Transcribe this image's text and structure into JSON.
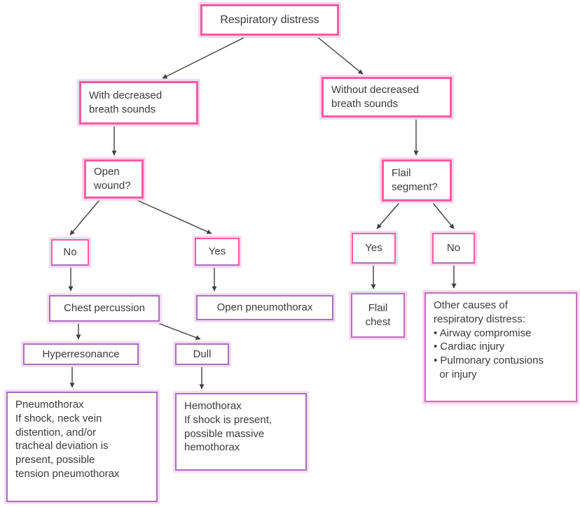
{
  "colors": {
    "pink_border": "#f45ca4",
    "purple_border": "#a96fbe",
    "magenta_border": "#c06ec2",
    "pink_halo": "#fbd7eb",
    "purple_halo": "#f3def4",
    "arrow": "#3f3f3f",
    "text": "#3b3b3b",
    "background": "#ffffff"
  },
  "flowchart": {
    "nodes": {
      "respiratory_distress": {
        "label": "Respiratory distress"
      },
      "with_decreased": {
        "label": "With decreased\nbreath sounds"
      },
      "without_decreased": {
        "label": "Without decreased\nbreath sounds"
      },
      "open_wound": {
        "label": "Open\nwound?"
      },
      "flail_segment": {
        "label": "Flail\nsegment?"
      },
      "no_left": {
        "label": "No"
      },
      "yes_left": {
        "label": "Yes"
      },
      "yes_right": {
        "label": "Yes"
      },
      "no_right": {
        "label": "No"
      },
      "chest_percussion": {
        "label": "Chest percussion"
      },
      "open_pneumothorax": {
        "label": "Open pneumothorax"
      },
      "hyperresonance": {
        "label": "Hyperresonance"
      },
      "dull": {
        "label": "Dull"
      },
      "pneumothorax_detail": {
        "label": "Pneumothorax\nIf shock, neck vein\ndistention, and/or\ntracheal deviation is\npresent, possible\ntension pneumothorax"
      },
      "hemothorax_detail": {
        "label": "Hemothorax\nIf shock is present,\npossible massive\nhemothorax"
      },
      "flail_chest": {
        "label": "Flail\nchest"
      },
      "other_causes": {
        "label": "Other causes of\nrespiratory distress:\n• Airway compromise\n• Cardiac injury\n• Pulmonary contusions\n  or injury"
      }
    },
    "edges": [
      {
        "from": "respiratory_distress",
        "to": "with_decreased"
      },
      {
        "from": "respiratory_distress",
        "to": "without_decreased"
      },
      {
        "from": "with_decreased",
        "to": "open_wound"
      },
      {
        "from": "open_wound",
        "to": "no_left"
      },
      {
        "from": "open_wound",
        "to": "yes_left"
      },
      {
        "from": "no_left",
        "to": "chest_percussion"
      },
      {
        "from": "yes_left",
        "to": "open_pneumothorax"
      },
      {
        "from": "chest_percussion",
        "to": "hyperresonance"
      },
      {
        "from": "chest_percussion",
        "to": "dull"
      },
      {
        "from": "hyperresonance",
        "to": "pneumothorax_detail"
      },
      {
        "from": "dull",
        "to": "hemothorax_detail"
      },
      {
        "from": "without_decreased",
        "to": "flail_segment"
      },
      {
        "from": "flail_segment",
        "to": "yes_right"
      },
      {
        "from": "flail_segment",
        "to": "no_right"
      },
      {
        "from": "yes_right",
        "to": "flail_chest"
      },
      {
        "from": "no_right",
        "to": "other_causes"
      }
    ]
  }
}
